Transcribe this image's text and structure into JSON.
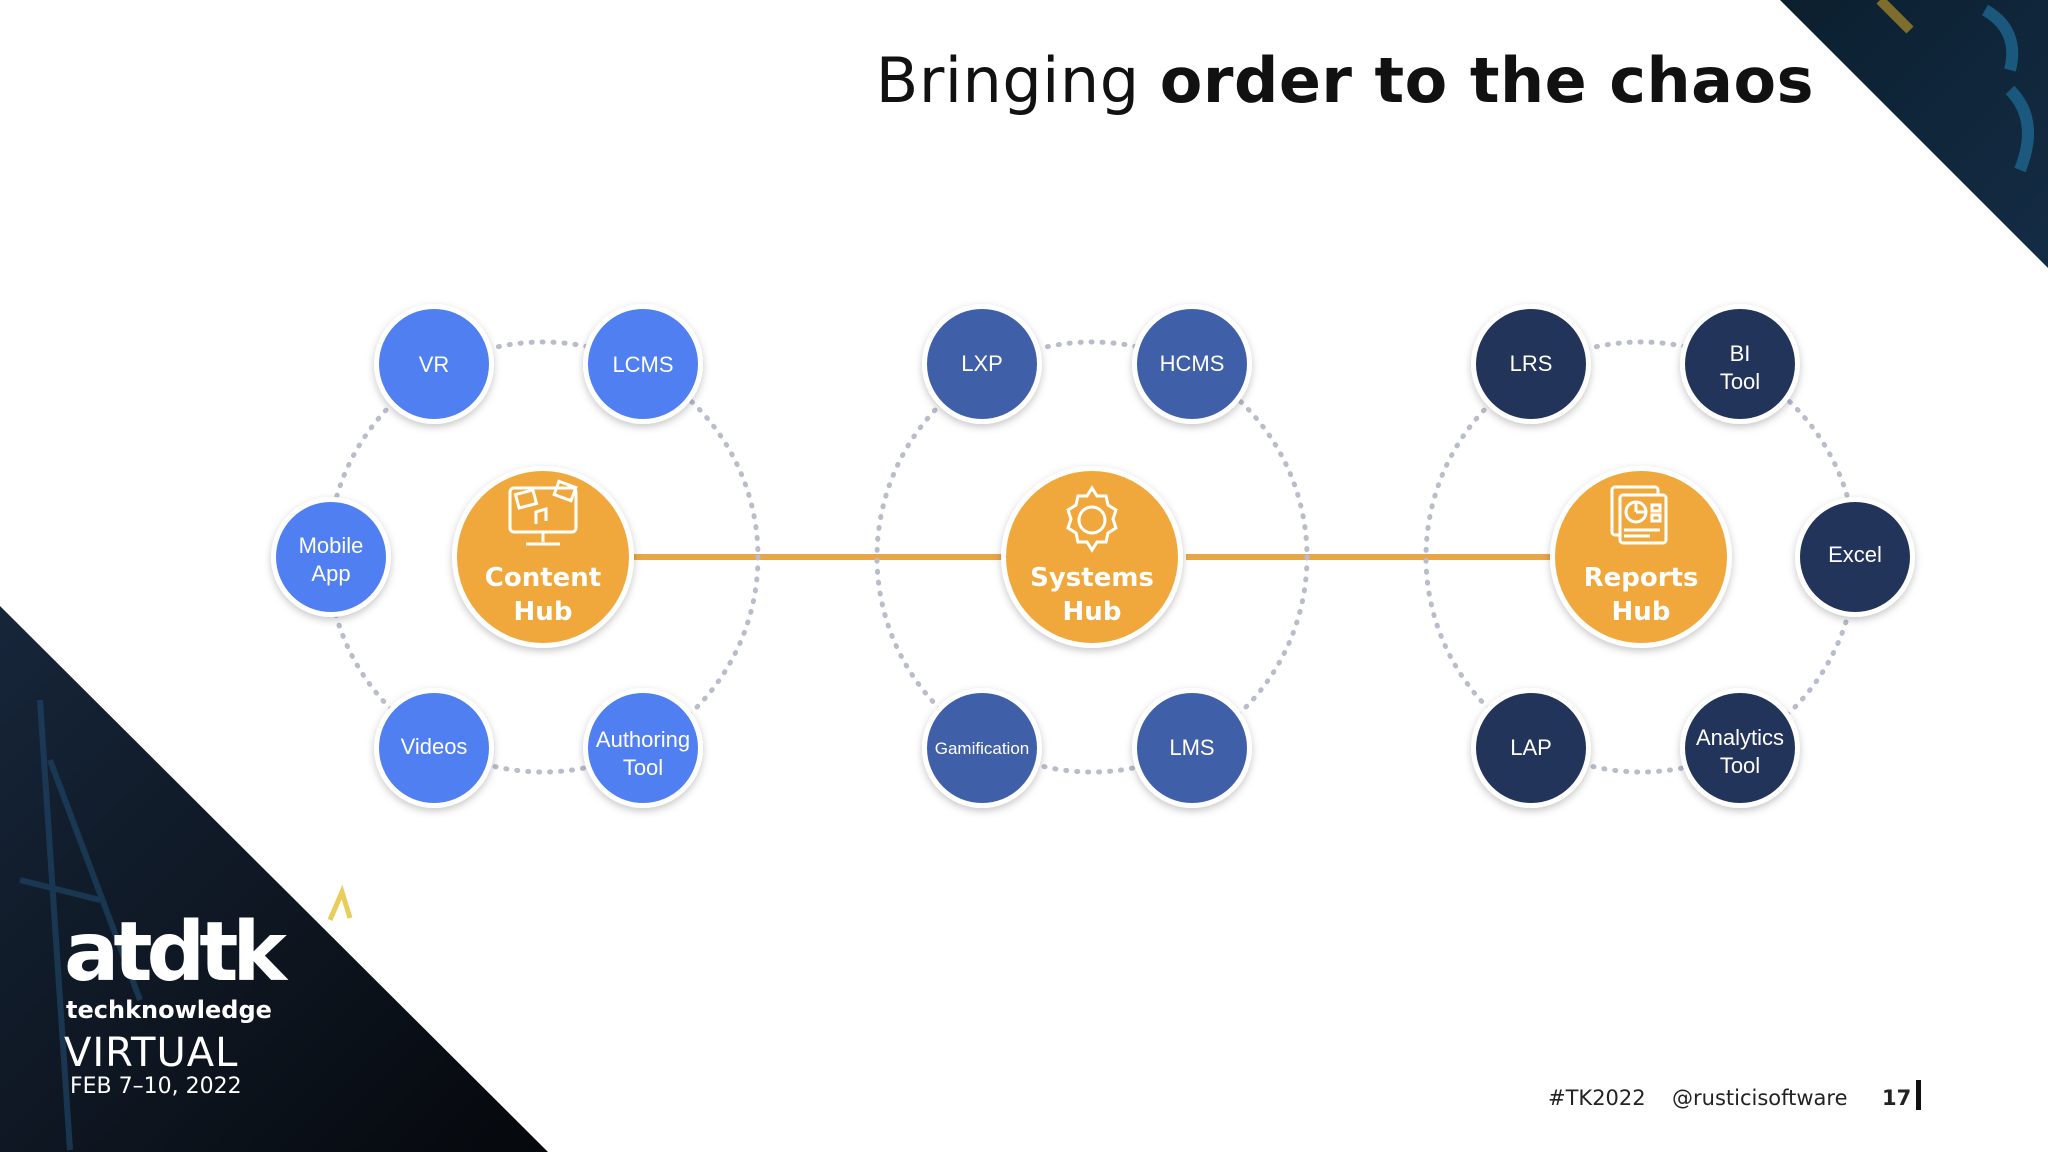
{
  "slide": {
    "title_regular": "Bringing",
    "title_bold": "order to the chaos",
    "hubs": [
      {
        "label_line1": "Content",
        "label_line2": "Hub",
        "icon": "content-monitor-icon"
      },
      {
        "label_line1": "Systems",
        "label_line2": "Hub",
        "icon": "gear-icon"
      },
      {
        "label_line1": "Reports",
        "label_line2": "Hub",
        "icon": "report-documents-icon"
      }
    ],
    "content_nodes": {
      "vr": "VR",
      "lcms": "LCMS",
      "mobile_app_line1": "Mobile",
      "mobile_app_line2": "App",
      "videos": "Videos",
      "authoring_line1": "Authoring",
      "authoring_line2": "Tool"
    },
    "systems_nodes": {
      "lxp": "LXP",
      "hcms": "HCMS",
      "gamification": "Gamification",
      "lms": "LMS"
    },
    "reports_nodes": {
      "lrs": "LRS",
      "bi_line1": "BI",
      "bi_line2": "Tool",
      "excel": "Excel",
      "lap": "LAP",
      "analytics_line1": "Analytics",
      "analytics_line2": "Tool"
    },
    "branding": {
      "logo": "atdtk",
      "logo_sub": "techknowledge",
      "edition": "VIRTUAL",
      "dates": "FEB 7–10, 2022"
    },
    "footer": {
      "hashtag": "#TK2022",
      "handle": "@rusticisoftware",
      "page_number": "17"
    },
    "colors": {
      "hub_orange": "#f0a83c",
      "connector": "#eaa547",
      "content_blue": "#4f7ff0",
      "systems_blue": "#3f5fa8",
      "reports_navy": "#22345a",
      "dotted_ring": "#b8bccb",
      "corner_dark": "#0f1722"
    }
  }
}
